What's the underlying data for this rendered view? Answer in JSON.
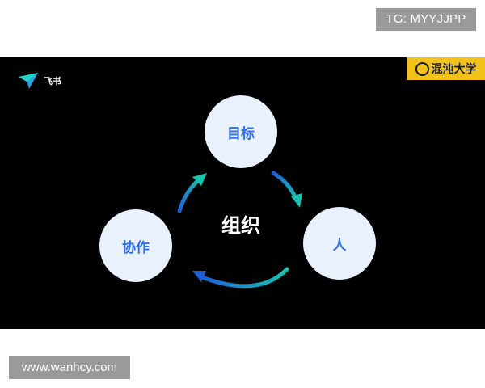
{
  "watermarks": {
    "telegram": "TG: MYYJJPP",
    "website": "www.wanhcy.com"
  },
  "slide": {
    "brand_logo_text": "飞书",
    "university_badge": "混沌大学",
    "center_label": "组织",
    "nodes": {
      "top": "目标",
      "right": "人",
      "left": "协作"
    }
  },
  "colors": {
    "background": "#000000",
    "node_fill": "#e9f1fd",
    "node_text": "#2f6ee8",
    "arrow_start": "#1f5fd6",
    "arrow_end": "#19c3b0",
    "badge_yellow": "#f2c21a",
    "watermark_gray": "#9a9a9a"
  }
}
